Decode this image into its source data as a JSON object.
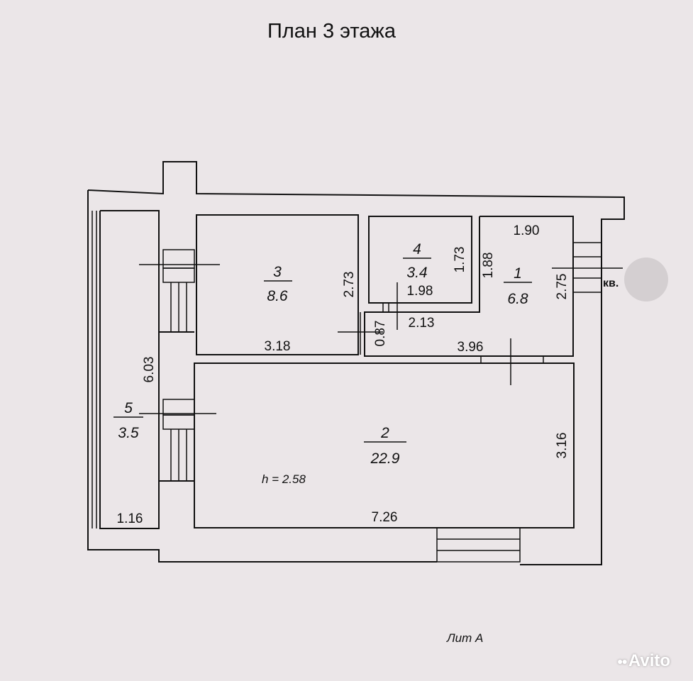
{
  "title": "План 3 этажа",
  "height_note": "h = 2.58",
  "lit": "Лит А",
  "kv_label": "кв.",
  "watermark": "Avito",
  "rooms": [
    {
      "number": "1",
      "area": "6.8"
    },
    {
      "number": "2",
      "area": "22.9"
    },
    {
      "number": "3",
      "area": "8.6"
    },
    {
      "number": "4",
      "area": "3.4"
    },
    {
      "number": "5",
      "area": "3.5"
    }
  ],
  "dimensions": {
    "r3_width": "3.18",
    "r3_height": "2.73",
    "r4_height": "1.73",
    "r4_width": "1.98",
    "hall_width": "2.13",
    "hall_height": "0.87",
    "r1_width": "1.90",
    "r1_height_left": "1.88",
    "r1_height_right": "2.75",
    "corridor_width": "3.96",
    "r2_height": "3.16",
    "r2_width": "7.26",
    "r5_height": "6.03",
    "r5_width": "1.16"
  }
}
